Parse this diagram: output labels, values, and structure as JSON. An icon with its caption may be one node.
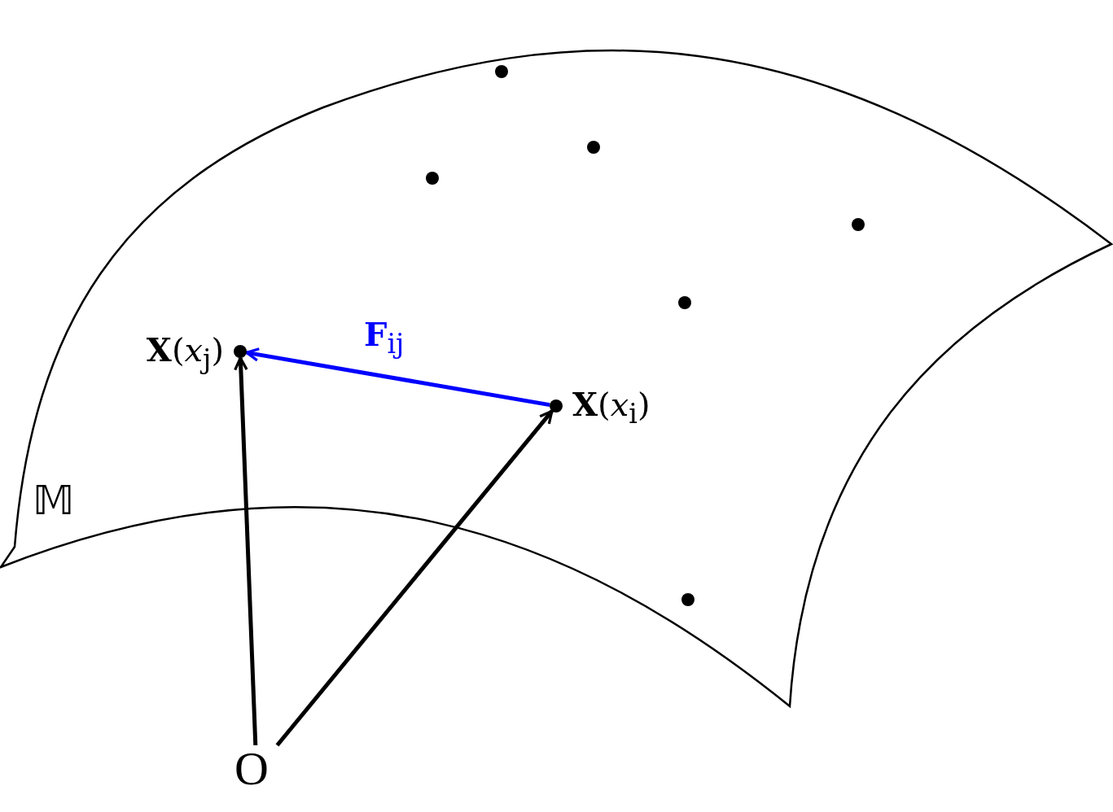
{
  "diagram": {
    "nodes": [
      {
        "text": [
          "𝕄"
        ]
      },
      {
        "text": [],
        "shape": "circle",
        "in": 0
      },
      {
        "text": [],
        "shape": "circle",
        "in": 0
      },
      {
        "text": [],
        "shape": "circle",
        "in": 0
      },
      {
        "text": [],
        "shape": "circle",
        "in": 0
      },
      {
        "text": [],
        "shape": "circle",
        "in": 0
      },
      {
        "text": [],
        "shape": "circle",
        "in": 0,
        "beside": [
          "**X**(*x*$_{j}$)"
        ]
      },
      {
        "text": [],
        "shape": "circle",
        "in": 0,
        "beside": [
          "**X**(*x*$_{i}$)"
        ]
      },
      {
        "text": [],
        "shape": "circle",
        "in": 0
      },
      {
        "text": [
          "O"
        ]
      }
    ],
    "edges": [
      {
        "from": 9,
        "to": 6,
        "arrow": "to"
      },
      {
        "from": 9,
        "to": 7,
        "arrow": "to"
      },
      {
        "from": 7,
        "to": 6,
        "arrow": "to",
        "color": "#0000ff",
        "label": "**F**$_{ij}$"
      }
    ]
  }
}
